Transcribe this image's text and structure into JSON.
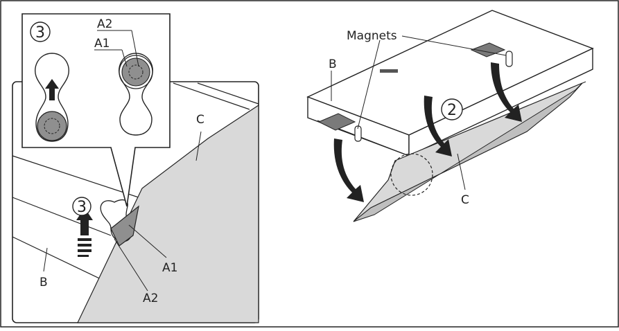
{
  "left_panel": {
    "inset": {
      "step_number": "3",
      "label_a2": "A2",
      "label_a1": "A1"
    },
    "step_number": "3",
    "label_c": "C",
    "label_b": "B",
    "label_a1": "A1",
    "label_a2": "A2"
  },
  "right_panel": {
    "label_magnets": "Magnets",
    "label_b": "B",
    "step_number": "2",
    "label_c": "C"
  },
  "colors": {
    "filter_grey": "#d9d9d9",
    "pin_grey": "#8f8f8f",
    "line": "#222222"
  }
}
